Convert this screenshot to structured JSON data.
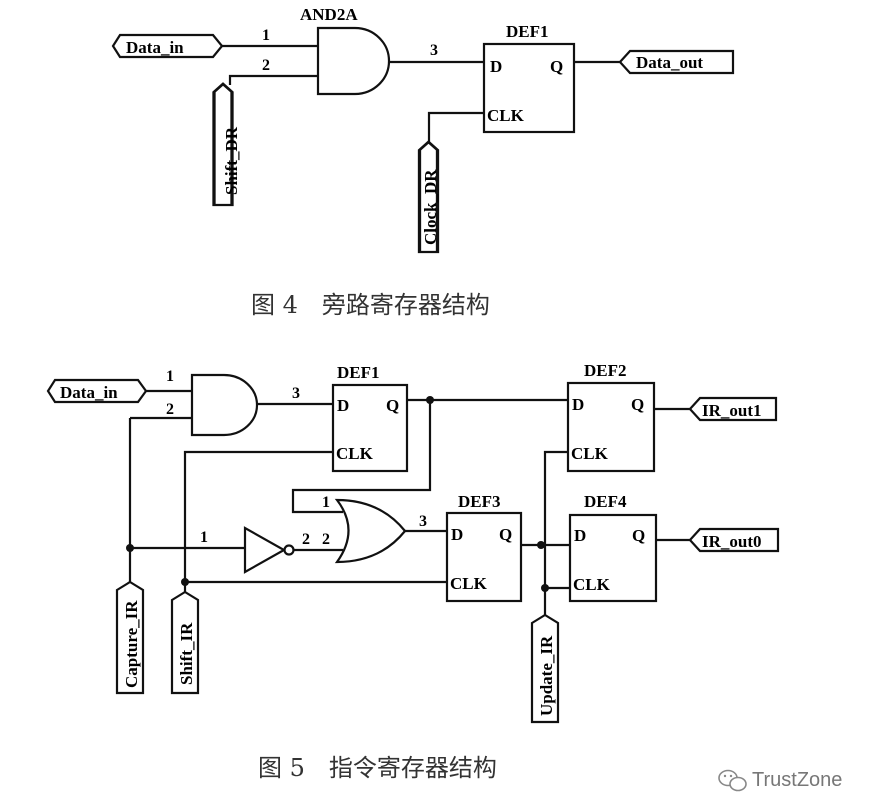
{
  "figure4": {
    "caption": "图 4　旁路寄存器结构",
    "gate_label": "AND2A",
    "ff_label": "DEF1",
    "ports": {
      "data_in": "Data_in",
      "shift_dr": "Shift_DR",
      "clock_dr": "Clock_DR",
      "data_out": "Data_out"
    },
    "pin": {
      "d": "D",
      "q": "Q",
      "clk": "CLK"
    },
    "net_numbers": {
      "in1": "1",
      "in2": "2",
      "out": "3"
    }
  },
  "figure5": {
    "caption": "图 5　指令寄存器结构",
    "ff_labels": {
      "def1": "DEF1",
      "def2": "DEF2",
      "def3": "DEF3",
      "def4": "DEF4"
    },
    "ports": {
      "data_in": "Data_in",
      "capture_ir": "Capture_IR",
      "shift_ir": "Shift_IR",
      "update_ir": "Update_IR",
      "ir_out1": "IR_out1",
      "ir_out0": "IR_out0"
    },
    "pin": {
      "d": "D",
      "q": "Q",
      "clk": "CLK"
    },
    "net_numbers": {
      "and_in1": "1",
      "and_in2": "2",
      "and_out": "3",
      "inv_in": "1",
      "inv_out": "2",
      "or_in1": "1",
      "or_in2": "2",
      "or_out": "3"
    }
  },
  "watermark": {
    "text": "TrustZone",
    "icon": "wechat-icon"
  }
}
